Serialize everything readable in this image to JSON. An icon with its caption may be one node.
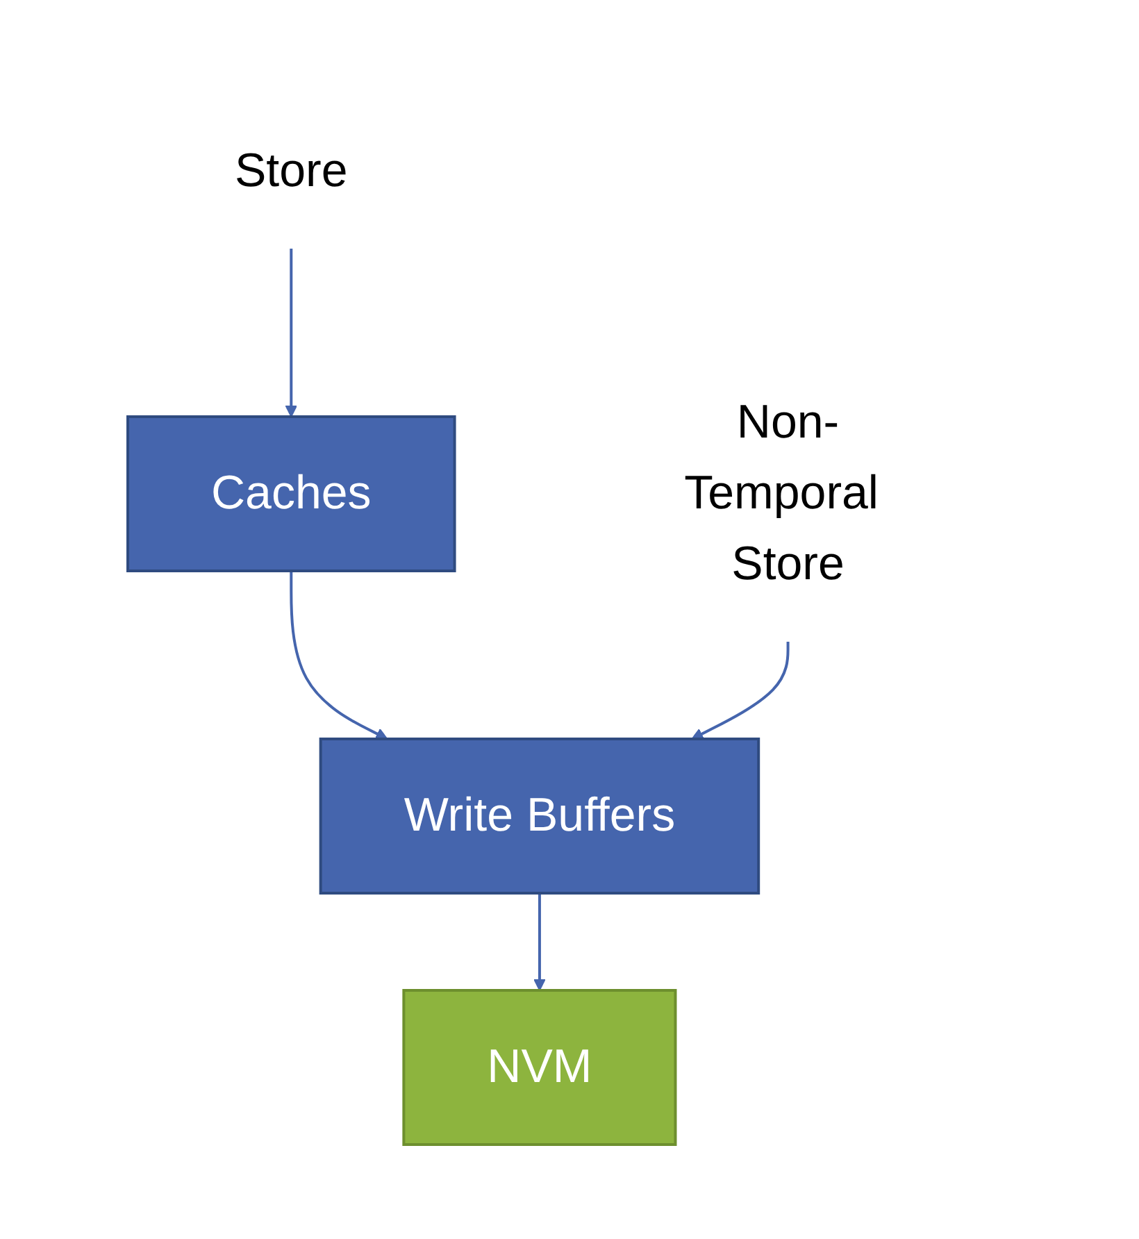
{
  "diagram": {
    "nodes": [
      {
        "text": [
          "Store"
        ]
      },
      {
        "text": [
          "Non-Temporal Store"
        ]
      },
      {
        "text": [
          "Caches"
        ]
      },
      {
        "text": [
          "Write Buffers"
        ]
      },
      {
        "text": [
          "NVM"
        ]
      }
    ],
    "edges": [
      {
        "from": 0,
        "to": 2,
        "arrow": "to"
      },
      {
        "from": 2,
        "to": 3,
        "arrow": "to"
      },
      {
        "from": 1,
        "to": 3,
        "arrow": "to"
      },
      {
        "from": 3,
        "to": 4,
        "arrow": "to"
      }
    ]
  }
}
